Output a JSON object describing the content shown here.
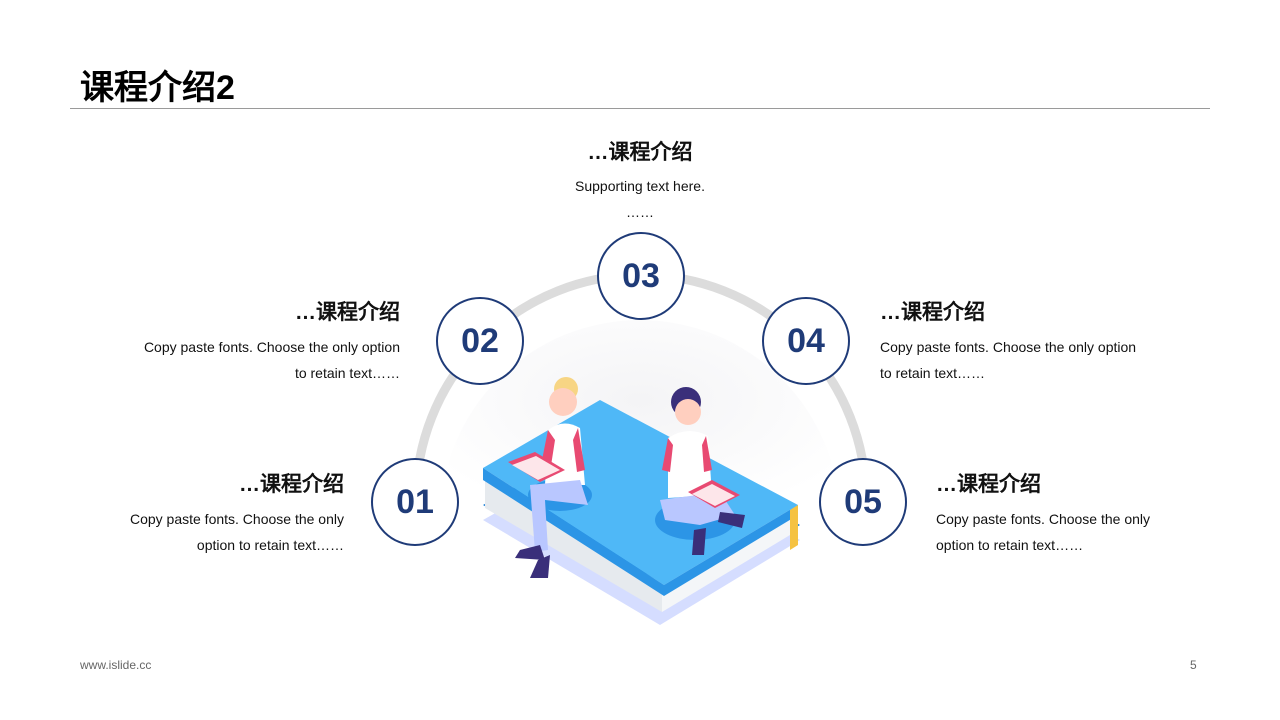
{
  "title": "课程介绍2",
  "nodes": [
    {
      "num": "01",
      "title": "…课程介绍",
      "text": [
        "Copy paste fonts. Choose the only",
        "option to retain text……"
      ]
    },
    {
      "num": "02",
      "title": "…课程介绍",
      "text": [
        "Copy paste fonts. Choose the only option",
        "to retain text……"
      ]
    },
    {
      "num": "03",
      "title": "…课程介绍",
      "text": [
        "Supporting  text here.",
        "……"
      ]
    },
    {
      "num": "04",
      "title": "…课程介绍",
      "text": [
        "Copy paste fonts. Choose the only option",
        "to retain text……"
      ]
    },
    {
      "num": "05",
      "title": "…课程介绍",
      "text": [
        "Copy paste fonts. Choose the only",
        "option to retain text……"
      ]
    }
  ],
  "footer": {
    "url": "www.islide.cc",
    "page": "5"
  },
  "colors": {
    "node_border": "#1f3b78",
    "arc": "#dcdcdc",
    "book_blue": "#4fb8f7",
    "book_dark": "#1a7fd6",
    "accent_pink": "#e84a72"
  }
}
